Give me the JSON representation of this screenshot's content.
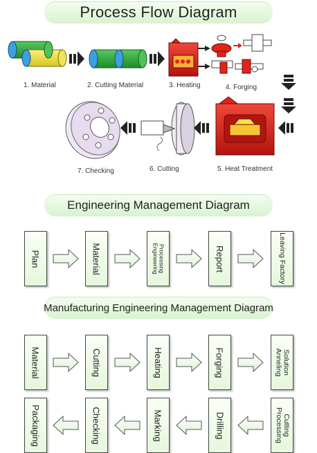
{
  "titles": {
    "process": "Process Flow Diagram",
    "engineering": "Engineering Management Diagram",
    "manufacturing": "Manufacturing Engineering Management Diagram"
  },
  "process_steps": [
    "1. Material",
    "2. Cutting Material",
    "3. Heating",
    "4. Forging",
    "5. Heat Treatment",
    "6. Cutting",
    "7. Checking"
  ],
  "engineering_boxes": [
    "Plan",
    "Material",
    "Processing\nEngineering",
    "Report",
    "Leaving Factory"
  ],
  "manufacturing_row1": [
    "Material",
    "Cutting",
    "Heating",
    "Forging",
    "Solution\nAnneling"
  ],
  "manufacturing_row2": [
    "Packaging",
    "Checking",
    "Marking",
    "Drilling",
    "Cutting\nProcessing"
  ],
  "colors": {
    "pill_top": "#f4fdf0",
    "pill_bottom": "#d8f3cf",
    "box_fill": "#e5f7dc",
    "heat_red": "#e0241b",
    "material_yellow": "#f3e94a",
    "material_green": "#2ea63a",
    "material_blue": "#3da0e0"
  },
  "icons": [
    "double-arrow-right-icon",
    "double-arrow-down-icon",
    "double-arrow-left-icon",
    "hollow-arrow-right-icon",
    "hollow-arrow-left-icon"
  ]
}
